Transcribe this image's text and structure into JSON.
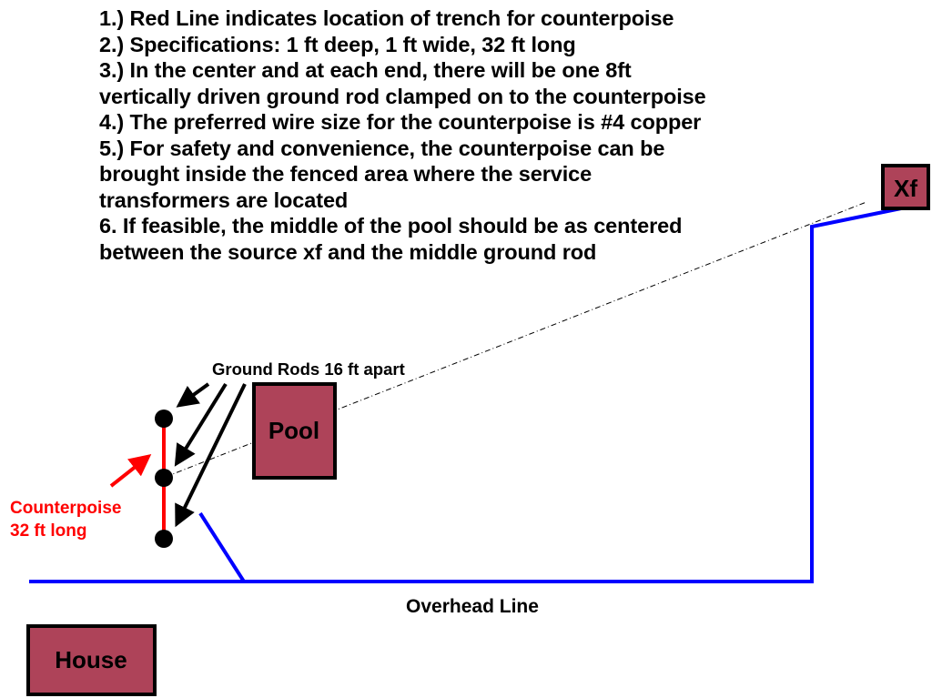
{
  "notes": [
    "1.) Red Line indicates location of  trench for counterpoise",
    "2.) Specifications: 1 ft deep, 1 ft wide, 32 ft long",
    "3.) In the center and at each end, there will be one 8ft",
    "vertically driven ground rod clamped on to the counterpoise",
    "4.) The preferred wire size for the counterpoise is #4 copper",
    "5.) For safety and convenience, the counterpoise can be",
    "brought inside the fenced area where the service",
    "transformers are located",
    "6. If feasible, the middle of the pool should be as centered",
    "between the source xf and the middle ground rod"
  ],
  "labels": {
    "ground_rods": "Ground Rods 16 ft apart",
    "pool": "Pool",
    "xf": "Xf",
    "house": "House",
    "overhead_line": "Overhead Line",
    "counterpoise_line1": "Counterpoise",
    "counterpoise_line2": "32 ft long"
  },
  "colors": {
    "building_fill": "#ae4359",
    "counterpoise": "#ff0000",
    "overhead_line": "#0000ff",
    "outline": "#000000"
  }
}
